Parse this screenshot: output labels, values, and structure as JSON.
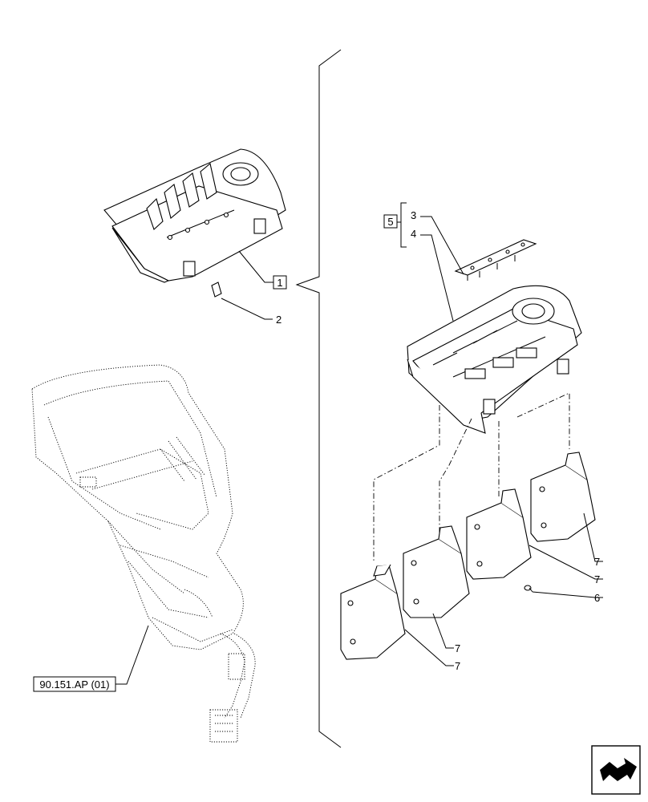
{
  "callouts": {
    "item_1": "1",
    "item_2": "2",
    "item_3": "3",
    "item_4": "4",
    "item_5": "5",
    "item_6": "6",
    "item_7a": "7",
    "item_7b": "7",
    "item_7c": "7",
    "item_7d": "7"
  },
  "reference": {
    "label": "90.151.AP (01)"
  },
  "nav": {
    "icon": "next-page-arrow-icon"
  }
}
